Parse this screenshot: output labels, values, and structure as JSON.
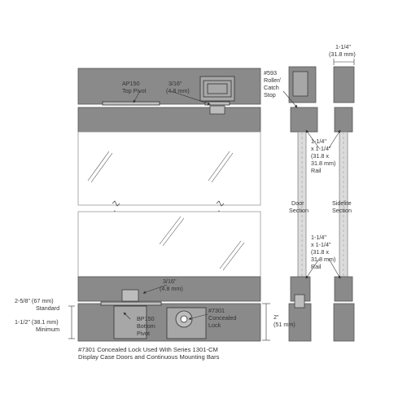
{
  "colors": {
    "frame": "#8a8a8a",
    "frame_dark": "#5f5f5f",
    "glass_edge": "#9a9a9a",
    "line": "#333333",
    "hardware": "#bdbdbd"
  },
  "labels": {
    "ap150_1": "AP150",
    "ap150_2": "Top Pivot",
    "top_gap_1": "3/16\"",
    "top_gap_2": "(4.8 mm)",
    "roller_1": "#593",
    "roller_2": "Roller/",
    "roller_3": "Catch",
    "roller_4": "Stop",
    "width_1": "1-1/4\"",
    "width_2": "(31.8 mm)",
    "rail_top_1": "1-1/4\"",
    "rail_top_2": "x 1-1/4\"",
    "rail_top_3": "(31.8 x",
    "rail_top_4": "31.8 mm)",
    "rail_top_5": "Rail",
    "door_section_1": "Door",
    "door_section_2": "Section",
    "sidelite_section_1": "Sidelite",
    "sidelite_section_2": "Section",
    "rail_bot_1": "1-1/4\"",
    "rail_bot_2": "x 1-1/4\"",
    "rail_bot_3": "(31.8 x",
    "rail_bot_4": "31.8 mm)",
    "rail_bot_5": "Rail",
    "bottom_gap_1": "3/16\"",
    "bottom_gap_2": "(4.8 mm)",
    "standard_1": "2-5/8\" (67 mm)",
    "standard_2": "Standard",
    "minimum_1": "1-1/2\" (38.1 mm)",
    "minimum_2": "Minimum",
    "bp150_1": "BP150",
    "bp150_2": "Bottom",
    "bp150_3": "Pivot",
    "lock_1": "#7301",
    "lock_2": "Concealed",
    "lock_3": "Lock",
    "height_1": "2\"",
    "height_2": "(51 mm)",
    "caption_1": "#7301 Concealed Lock Used With Series 1301-CM",
    "caption_2": "Display Case Doors and Continuous Mounting Bars"
  }
}
